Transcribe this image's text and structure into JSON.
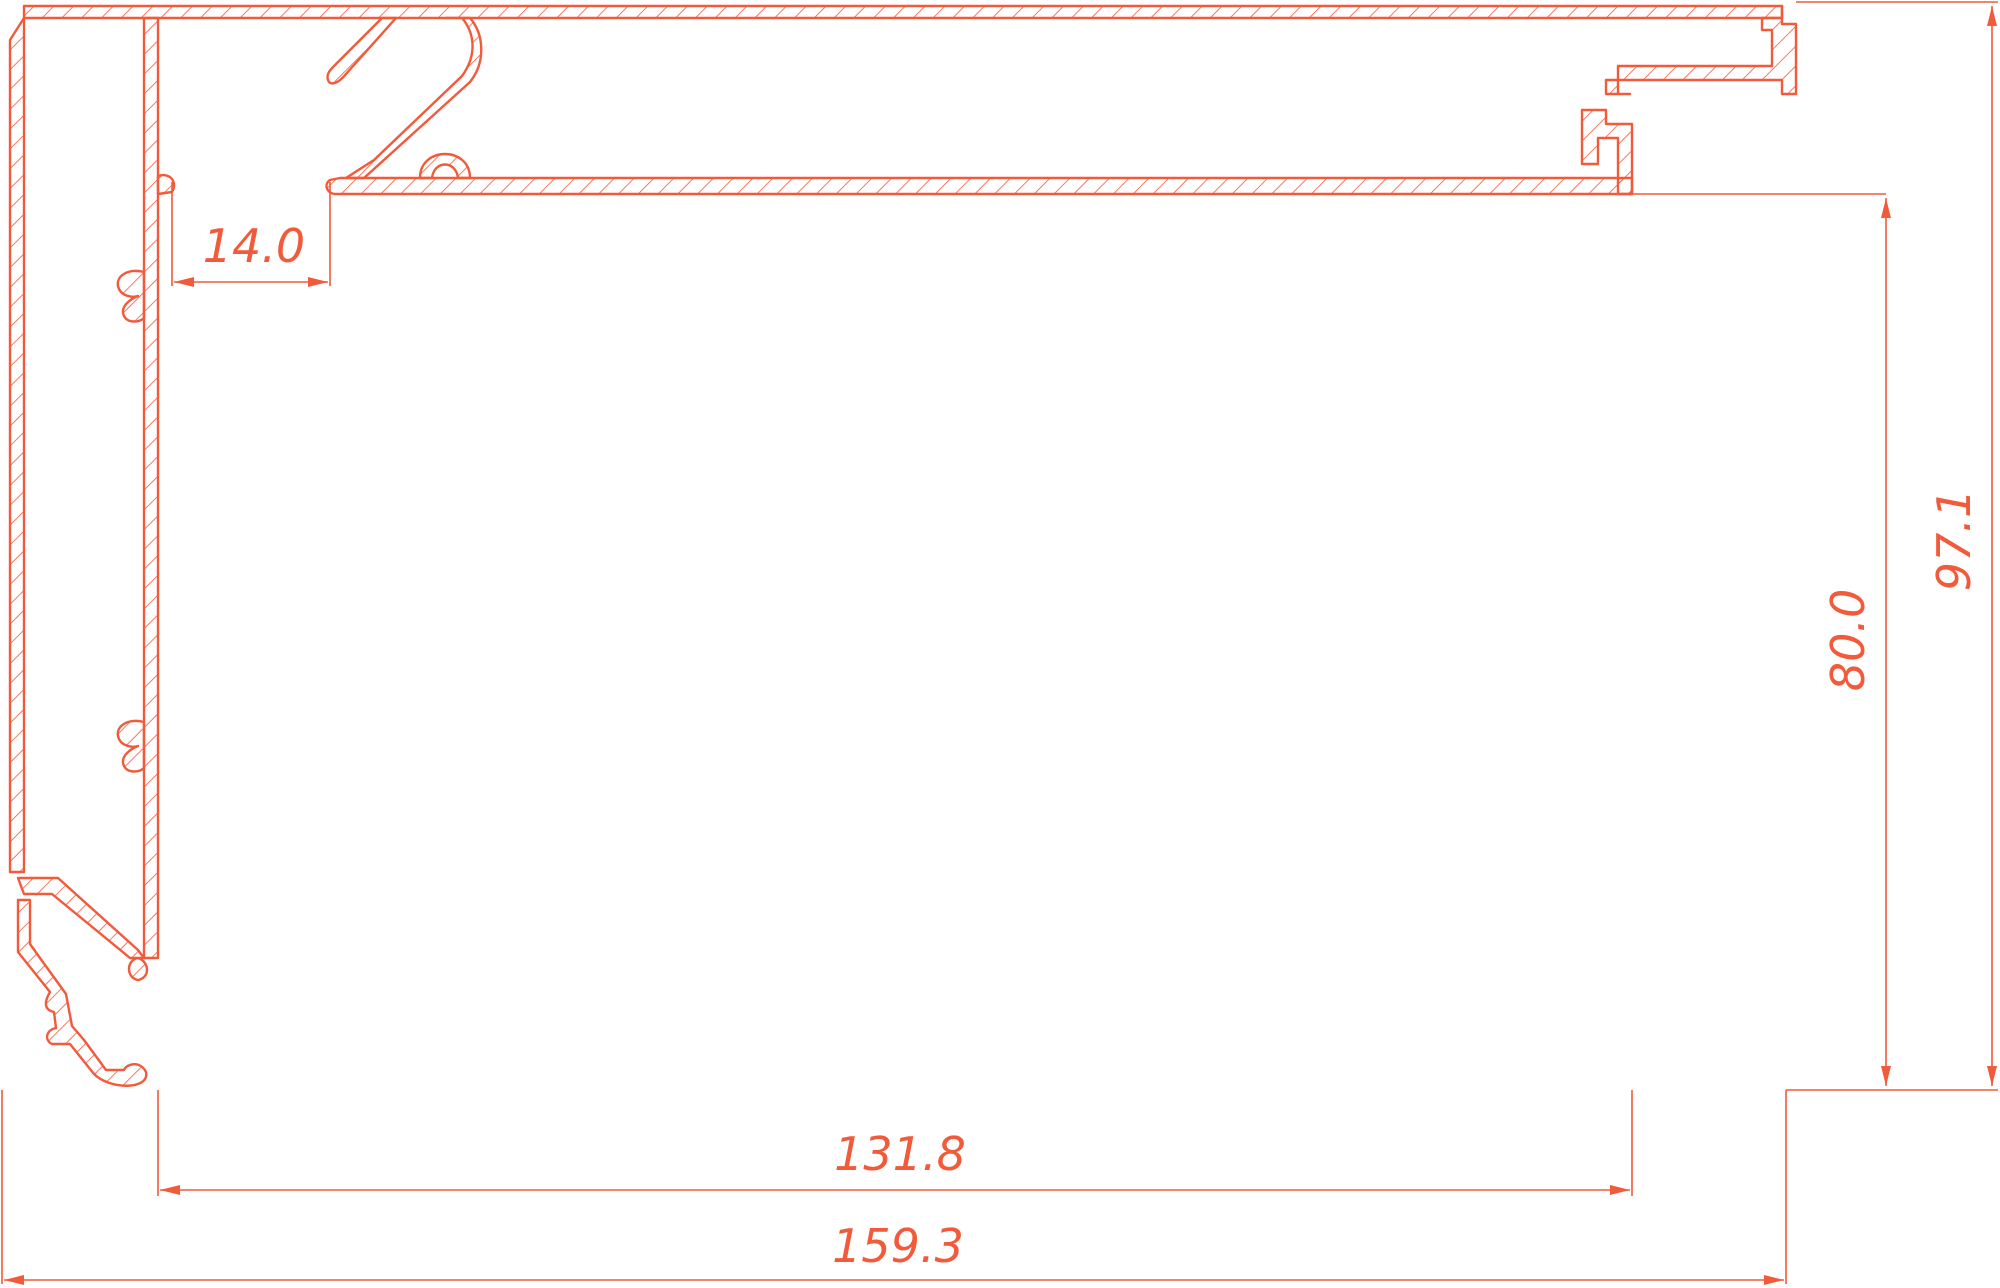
{
  "colors": {
    "stroke": "#F15A3A",
    "background": "#FFFFFF"
  },
  "dimensions": {
    "slot_width": "14.0",
    "inner_height": "80.0",
    "overall_height": "97.1",
    "inner_width": "131.8",
    "overall_width": "159.3"
  }
}
